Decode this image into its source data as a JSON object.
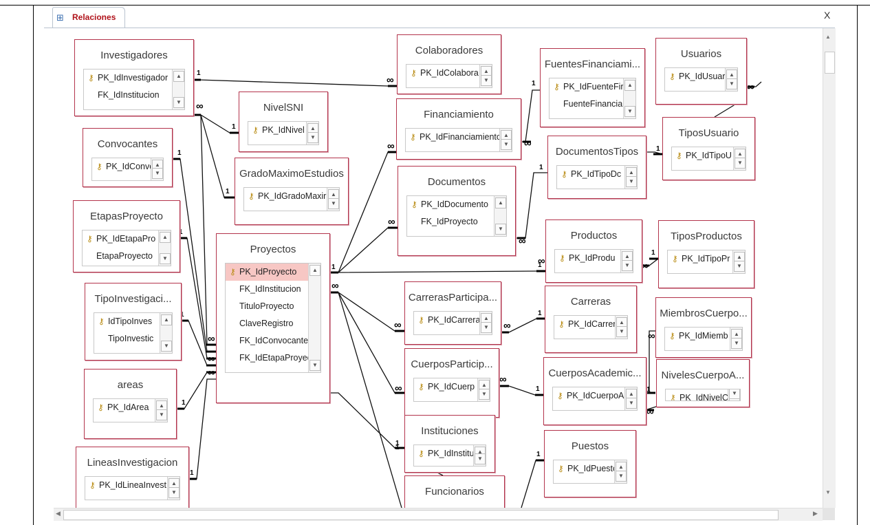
{
  "window": {
    "tab_label": "Relaciones",
    "close_label": "X"
  },
  "icons": {
    "tab_icon": "relationships-icon",
    "key_icon": "primary-key-icon",
    "close_icon": "close-icon",
    "scroll_up": "scroll-up-icon",
    "scroll_down": "scroll-down-icon",
    "scroll_left": "scroll-left-icon",
    "scroll_right": "scroll-right-icon"
  },
  "colors": {
    "table_border": "#b3334b",
    "tab_label": "#b0121a",
    "selected_field": "#f7c7c4"
  },
  "cardinality": {
    "one": "1",
    "many": "∞"
  },
  "tables": [
    {
      "id": "investigadores",
      "title": "Investigadores",
      "fields": [
        {
          "t": "PK_IdInvestigador",
          "key": true
        },
        {
          "t": "FK_IdInstitucion",
          "key": false
        }
      ]
    },
    {
      "id": "nivelsni",
      "title": "NivelSNI",
      "fields": [
        {
          "t": "PK_IdNivel",
          "key": true
        }
      ]
    },
    {
      "id": "convocantes",
      "title": "Convocantes",
      "fields": [
        {
          "t": "PK_IdConvc",
          "key": true
        }
      ]
    },
    {
      "id": "gradomaximo",
      "title": "GradoMaximoEstudios",
      "fields": [
        {
          "t": "PK_IdGradoMaxir",
          "key": true
        }
      ]
    },
    {
      "id": "etapas",
      "title": "EtapasProyecto",
      "fields": [
        {
          "t": "PK_IdEtapaPro",
          "key": true
        },
        {
          "t": "EtapaProyecto",
          "key": false
        }
      ]
    },
    {
      "id": "proyectos",
      "title": "Proyectos",
      "fields": [
        {
          "t": "PK_IdProyecto",
          "key": true,
          "sel": true
        },
        {
          "t": "FK_IdInstitucion",
          "key": false
        },
        {
          "t": "TituloProyecto",
          "key": false
        },
        {
          "t": "ClaveRegistro",
          "key": false
        },
        {
          "t": "FK_IdConvocante",
          "key": false
        },
        {
          "t": "FK_IdEtapaProyec",
          "key": false
        }
      ]
    },
    {
      "id": "tipoinv",
      "title": "TipoInvestigaci...",
      "fields": [
        {
          "t": "IdTipoInves",
          "key": true
        },
        {
          "t": "TipoInvestic",
          "key": false
        }
      ]
    },
    {
      "id": "areas",
      "title": "areas",
      "fields": [
        {
          "t": "PK_IdArea",
          "key": true
        }
      ]
    },
    {
      "id": "lineas",
      "title": "LineasInvestigacion",
      "fields": [
        {
          "t": "PK_IdLineaInvest",
          "key": true
        }
      ]
    },
    {
      "id": "colaboradores",
      "title": "Colaboradores",
      "fields": [
        {
          "t": "PK_IdColabora",
          "key": true
        }
      ]
    },
    {
      "id": "financiamiento",
      "title": "Financiamiento",
      "fields": [
        {
          "t": "PK_IdFinanciamiento",
          "key": true
        }
      ]
    },
    {
      "id": "documentos",
      "title": "Documentos",
      "fields": [
        {
          "t": "PK_IdDocumento",
          "key": true
        },
        {
          "t": "FK_IdProyecto",
          "key": false
        }
      ]
    },
    {
      "id": "fuentes",
      "title": "FuentesFinanciami...",
      "fields": [
        {
          "t": "PK_IdFuenteFir",
          "key": true
        },
        {
          "t": "FuenteFinancia",
          "key": false
        }
      ]
    },
    {
      "id": "usuarios",
      "title": "Usuarios",
      "fields": [
        {
          "t": "PK_IdUsuar",
          "key": true
        }
      ]
    },
    {
      "id": "tiposusuario",
      "title": "TiposUsuario",
      "fields": [
        {
          "t": "PK_IdTipoU",
          "key": true
        }
      ]
    },
    {
      "id": "doctipos",
      "title": "DocumentosTipos",
      "fields": [
        {
          "t": "PK_IdTipoDc",
          "key": true
        }
      ]
    },
    {
      "id": "productos",
      "title": "Productos",
      "fields": [
        {
          "t": "PK_IdProdu",
          "key": true
        }
      ]
    },
    {
      "id": "tiposproductos",
      "title": "TiposProductos",
      "fields": [
        {
          "t": "PK_IdTipoPr",
          "key": true
        }
      ]
    },
    {
      "id": "carreraspart",
      "title": "CarrerasParticipa...",
      "fields": [
        {
          "t": "PK_IdCarrera",
          "key": true
        }
      ]
    },
    {
      "id": "carreras",
      "title": "Carreras",
      "fields": [
        {
          "t": "PK_IdCarrer",
          "key": true
        }
      ]
    },
    {
      "id": "miembros",
      "title": "MiembrosCuerpo...",
      "fields": [
        {
          "t": "PK_IdMiemb",
          "key": true
        }
      ]
    },
    {
      "id": "cuerpospart",
      "title": "CuerposParticip...",
      "fields": [
        {
          "t": "PK_IdCuerp",
          "key": true
        }
      ]
    },
    {
      "id": "cuerposacad",
      "title": "CuerposAcademic...",
      "fields": [
        {
          "t": "PK_IdCuerpoA",
          "key": true
        }
      ]
    },
    {
      "id": "niveles",
      "title": "NivelesCuerpoA...",
      "fields": [
        {
          "t": "PK_IdNivelC",
          "key": true
        }
      ]
    },
    {
      "id": "instituciones",
      "title": "Instituciones",
      "fields": [
        {
          "t": "PK_IdInstitu",
          "key": true
        }
      ]
    },
    {
      "id": "puestos",
      "title": "Puestos",
      "fields": [
        {
          "t": "PK_IdPuestc",
          "key": true
        }
      ]
    },
    {
      "id": "funcionarios",
      "title": "Funcionarios",
      "fields": []
    }
  ]
}
